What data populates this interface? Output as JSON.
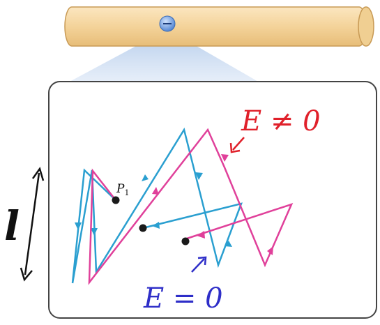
{
  "labels": {
    "point": "P",
    "point_subscript": "1",
    "length_symbol": "l",
    "field_nonzero": "E ≠ 0",
    "field_zero": "E = 0"
  },
  "colors": {
    "path_zero_field": "#2a9fd0",
    "path_nonzero_field": "#e0409a",
    "label_nonzero": "#e0202a",
    "label_zero": "#2e2ec8",
    "wire_body": "#f6d7a0",
    "wire_edge": "#c89a55",
    "electron": "#5a8fd8",
    "panel_border": "#444444"
  },
  "icons": {
    "electron": "minus-charge-icon",
    "length_arrow": "double-headed-arrow-icon"
  }
}
